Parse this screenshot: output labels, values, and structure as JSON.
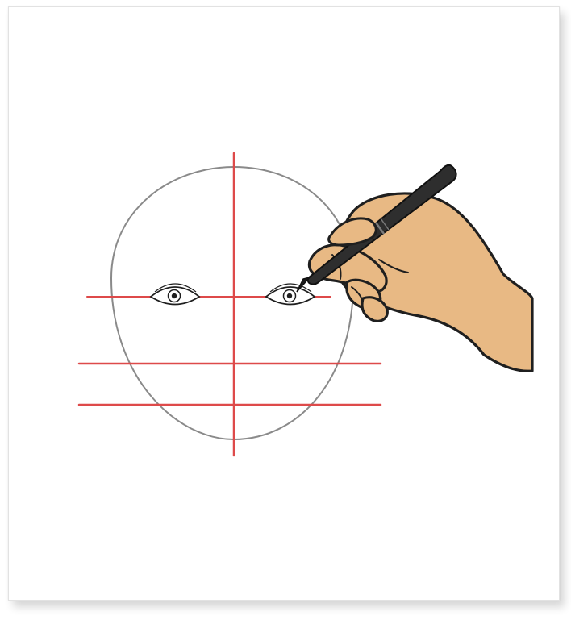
{
  "illustration": {
    "subject": "face-proportion-guide",
    "colors": {
      "guideline": "#de4a4a",
      "outline": "#8a8a8a",
      "skin": "#e8b984",
      "ink": "#1f1f1f",
      "pen": "#2e2e2e",
      "background": "#ffffff"
    },
    "guidelines": [
      "center-vertical",
      "eye-line",
      "nose-line",
      "mouth-line"
    ],
    "icons": [
      "left-eye-icon",
      "right-eye-icon",
      "hand-icon",
      "pen-icon"
    ]
  }
}
